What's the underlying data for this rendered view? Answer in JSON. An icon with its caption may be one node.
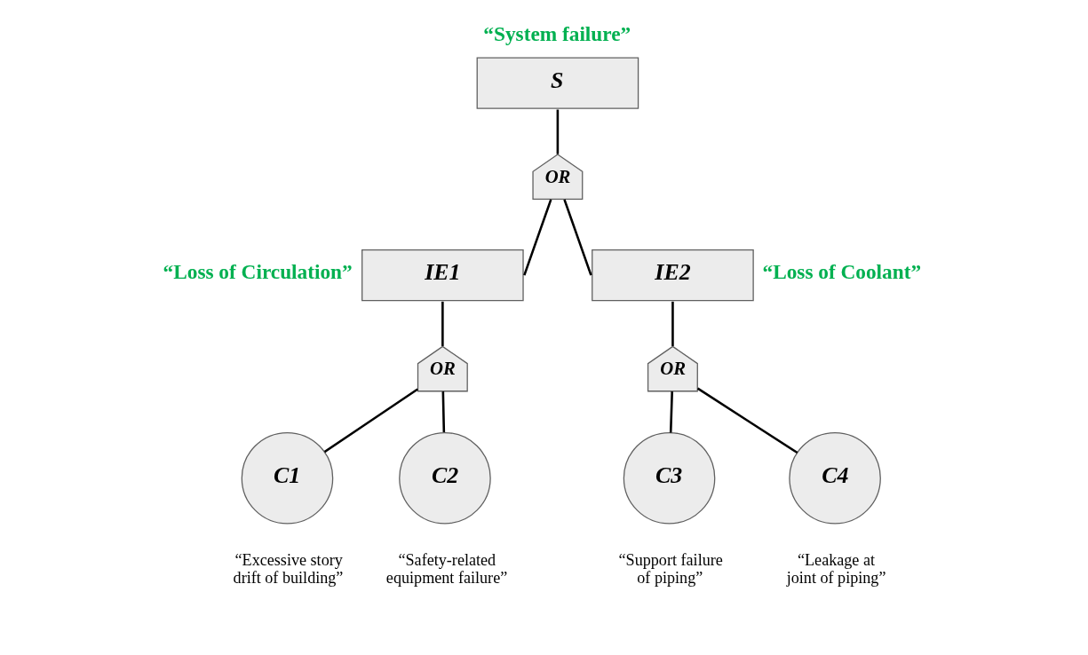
{
  "diagram": {
    "nodes": [
      {
        "text": [
          "S"
        ],
        "beside": [
          "“System failure”"
        ]
      },
      {
        "text": [
          "OR"
        ]
      },
      {
        "text": [
          "IE1"
        ],
        "beside": [
          "“Loss of Circulation”"
        ]
      },
      {
        "text": [
          "IE2"
        ],
        "beside": [
          "“Loss of Coolant”"
        ]
      },
      {
        "text": [
          "OR"
        ]
      },
      {
        "text": [
          "OR"
        ]
      },
      {
        "text": [
          "C1"
        ],
        "beside": [
          "“Excessive story drift of building”"
        ]
      },
      {
        "text": [
          "C2"
        ],
        "beside": [
          "“Safety-related equipment failure”"
        ]
      },
      {
        "text": [
          "C3"
        ],
        "beside": [
          "“Support failure of piping”"
        ]
      },
      {
        "text": [
          "C4"
        ],
        "beside": [
          "“Leakage at joint of piping”"
        ]
      }
    ],
    "edges": [
      {
        "from": 0,
        "to": 1,
        "arrow": "none"
      },
      {
        "from": 1,
        "to": 2,
        "arrow": "none"
      },
      {
        "from": 1,
        "to": 3,
        "arrow": "none"
      },
      {
        "from": 2,
        "to": 4,
        "arrow": "none"
      },
      {
        "from": 3,
        "to": 5,
        "arrow": "none"
      },
      {
        "from": 4,
        "to": 6,
        "arrow": "none"
      },
      {
        "from": 4,
        "to": 7,
        "arrow": "none"
      },
      {
        "from": 5,
        "to": 8,
        "arrow": "none"
      },
      {
        "from": 5,
        "to": 9,
        "arrow": "none"
      }
    ]
  }
}
